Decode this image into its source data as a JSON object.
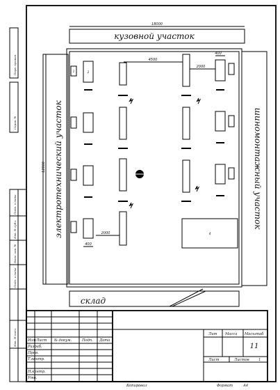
{
  "rooms": {
    "top": "кузовной участок",
    "left": "электротехнический участок",
    "right": "шиномонтажный участок",
    "bottom": "склад"
  },
  "dimensions": {
    "overall_width": "18000",
    "overall_height": "12000",
    "aisle": "4500",
    "post_spacing_right": "2000",
    "post_spacing_left": "2000",
    "offset_top_right": "400",
    "offset_bottom_left": "400"
  },
  "equipment_labels": {
    "post": "2",
    "bench": "1",
    "large_unit": "4"
  },
  "left_frame_labels": [
    "Подп. и дата",
    "Инв. № дубл.",
    "Взам. инв. №",
    "Подп. и дата",
    "Инв. № подл.",
    "Справ. №",
    "Перв. примен."
  ],
  "title_block": {
    "headers": [
      "Изм",
      "Лист",
      "№ докум.",
      "Подп.",
      "Дата"
    ],
    "roles": [
      "Разраб.",
      "Пров.",
      "Т.контр.",
      "",
      "Н.контр.",
      "Утв."
    ],
    "lit_label": "Лит",
    "mass_label": "Масса",
    "scale_label": "Масштаб",
    "scale_value": "11",
    "sheet_label": "Лист",
    "sheets_label": "Листов",
    "sheets_value": "1",
    "copied": "Копировал",
    "format_label": "Формат",
    "format_value": "А4"
  }
}
